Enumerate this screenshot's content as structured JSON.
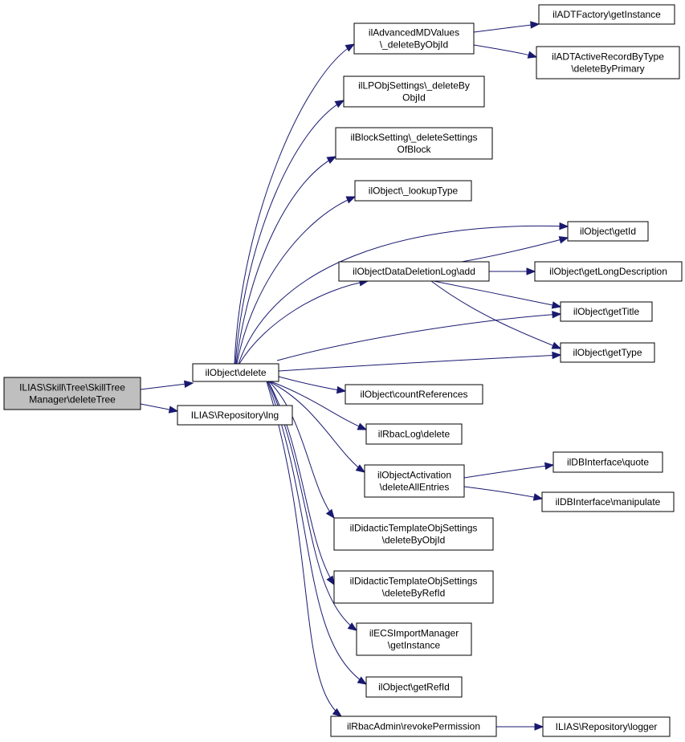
{
  "diagram": {
    "colors": {
      "edge": "#191970",
      "root_fill": "#bfbfbf",
      "node_fill": "#ffffff",
      "border": "#000000"
    },
    "nodes": [
      {
        "id": "root",
        "lines": [
          "ILIAS\\Skill\\Tree\\SkillTree",
          "Manager\\deleteTree"
        ],
        "root": true
      },
      {
        "id": "objdel",
        "lines": [
          "ilObject\\delete"
        ]
      },
      {
        "id": "replng",
        "lines": [
          "ILIAS\\Repository\\lng"
        ]
      },
      {
        "id": "amd",
        "lines": [
          "ilAdvancedMDValues",
          "\\_deleteByObjId"
        ]
      },
      {
        "id": "adtfact",
        "lines": [
          "ilADTFactory\\getInstance"
        ]
      },
      {
        "id": "adtar",
        "lines": [
          "ilADTActiveRecordByType",
          "\\deleteByPrimary"
        ]
      },
      {
        "id": "lpobj",
        "lines": [
          "ilLPObjSettings\\_deleteBy",
          "ObjId"
        ]
      },
      {
        "id": "blockset",
        "lines": [
          "ilBlockSetting\\_deleteSettings",
          "OfBlock"
        ]
      },
      {
        "id": "lookup",
        "lines": [
          "ilObject\\_lookupType"
        ]
      },
      {
        "id": "getid",
        "lines": [
          "ilObject\\getId"
        ]
      },
      {
        "id": "dellog",
        "lines": [
          "ilObjectDataDeletionLog\\add"
        ]
      },
      {
        "id": "getlong",
        "lines": [
          "ilObject\\getLongDescription"
        ]
      },
      {
        "id": "gettitle",
        "lines": [
          "ilObject\\getTitle"
        ]
      },
      {
        "id": "gettype",
        "lines": [
          "ilObject\\getType"
        ]
      },
      {
        "id": "countref",
        "lines": [
          "ilObject\\countReferences"
        ]
      },
      {
        "id": "rbaclog",
        "lines": [
          "ilRbacLog\\delete"
        ]
      },
      {
        "id": "objact",
        "lines": [
          "ilObjectActivation",
          "\\deleteAllEntries"
        ]
      },
      {
        "id": "dbquote",
        "lines": [
          "ilDBInterface\\quote"
        ]
      },
      {
        "id": "dbmanip",
        "lines": [
          "ilDBInterface\\manipulate"
        ]
      },
      {
        "id": "didobj",
        "lines": [
          "ilDidacticTemplateObjSettings",
          "\\deleteByObjId"
        ]
      },
      {
        "id": "didref",
        "lines": [
          "ilDidacticTemplateObjSettings",
          "\\deleteByRefId"
        ]
      },
      {
        "id": "ecs",
        "lines": [
          "ilECSImportManager",
          "\\getInstance"
        ]
      },
      {
        "id": "getrefid",
        "lines": [
          "ilObject\\getRefId"
        ]
      },
      {
        "id": "rbacadmin",
        "lines": [
          "ilRbacAdmin\\revokePermission"
        ]
      },
      {
        "id": "replogger",
        "lines": [
          "ILIAS\\Repository\\logger"
        ]
      }
    ]
  }
}
